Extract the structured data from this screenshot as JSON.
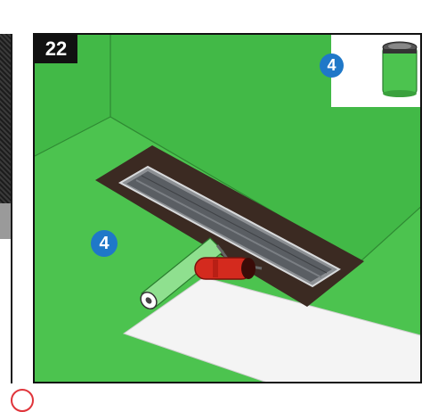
{
  "panel": {
    "step_number": "22",
    "inset_badge": "4",
    "main_badge": "4"
  },
  "colors": {
    "membrane_green": "#48bf4b",
    "badge_blue": "#1f78c8",
    "step_box": "#111111",
    "roller_handle": "#d42a1e"
  },
  "icons": {
    "inset": "membrane-paint-can-icon",
    "tool": "paint-roller-icon"
  }
}
